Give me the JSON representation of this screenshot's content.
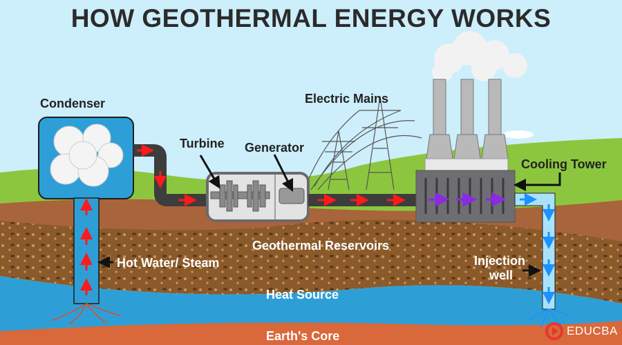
{
  "title": "HOW GEOTHERMAL ENERGY WORKS",
  "labels": {
    "condenser": "Condenser",
    "turbine": "Turbine",
    "generator": "Generator",
    "electric_mains": "Electric Mains",
    "cooling_tower": "Cooling Tower",
    "geothermal_reservoirs": "Geothermal Reservoirs",
    "hot_water_steam": "Hot Water/ Steam",
    "injection_well_line1": "Injection",
    "injection_well_line2": "well",
    "heat_source": "Heat Source",
    "earths_core": "Earth's Core"
  },
  "brand": "EDUCBA",
  "colors": {
    "sky": "#cdeefb",
    "grass": "#8cc63f",
    "topsoil": "#a8643a",
    "reservoir": "#8b5a2b",
    "water": "#2e9fd6",
    "core": "#d9683a",
    "pipe": "#3d3d3d",
    "hot_arrow": "#ff1a1a",
    "purple_arrow": "#8a2be2",
    "cold_arrow": "#1e90ff"
  }
}
